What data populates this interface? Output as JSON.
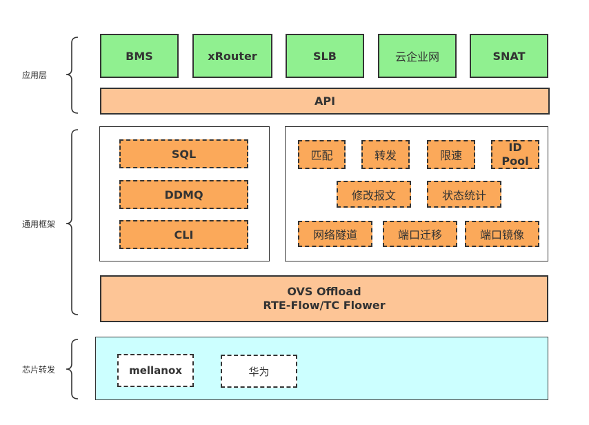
{
  "layers": {
    "app": "应用层",
    "framework": "通用框架",
    "chip": "芯片转发"
  },
  "apps": [
    "BMS",
    "xRouter",
    "SLB",
    "云企业网",
    "SNAT"
  ],
  "api": "API",
  "left_modules": [
    "SQL",
    "DDMQ",
    "CLI"
  ],
  "features": {
    "match": "匹配",
    "forward": "转发",
    "rate_limit": "限速",
    "id_pool_line1": "ID",
    "id_pool_line2": "Pool",
    "modify_packet": "修改报文",
    "status_stats": "状态统计",
    "tunnel": "网络隧道",
    "port_migrate": "端口迁移",
    "port_mirror": "端口镜像"
  },
  "offload": {
    "line1": "OVS Offload",
    "line2": "RTE-Flow/TC Flower"
  },
  "vendors": [
    "mellanox",
    "华为"
  ]
}
